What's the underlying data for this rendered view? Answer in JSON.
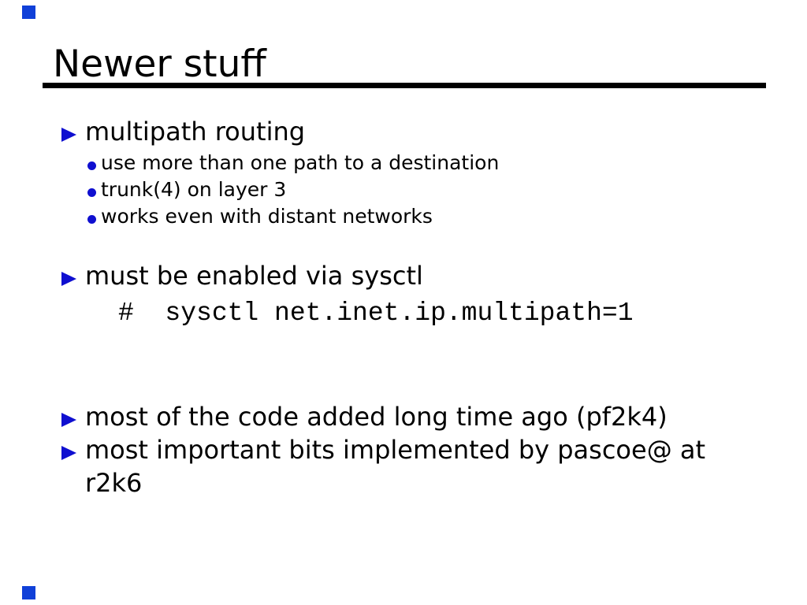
{
  "slide": {
    "title": "Newer stuff"
  },
  "bullets": [
    {
      "label": "multipath routing"
    },
    {
      "label": "must be enabled via sysctl"
    },
    {
      "label": "most of the code added long time ago (pf2k4)"
    },
    {
      "label": "most important bits implemented by pascoe@ at",
      "label_cont": "r2k6"
    }
  ],
  "sub_bullets": [
    "use more than one path to a destination",
    "trunk(4) on layer 3",
    "works even with distant networks"
  ],
  "code": {
    "line": "#  sysctl net.inet.ip.multipath=1"
  },
  "icons": {
    "bullet_triangle": "right-pointing-filled-triangle",
    "bullet_dot": "filled-circle",
    "corner_marker": "filled-square"
  },
  "colors": {
    "background": "#ffffff",
    "text": "#000000",
    "title_rule": "#000000",
    "bullet_blue": "#0f0fd0",
    "corner_marker_blue": "#1040d8"
  }
}
